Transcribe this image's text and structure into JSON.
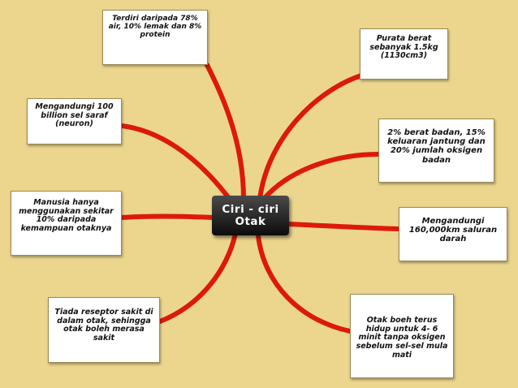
{
  "diagram": {
    "colors": {
      "background": "#ecd68e",
      "connector": "#dd1a0a",
      "node_fill": "#ffffff",
      "center_fill": "#1a1a1a"
    },
    "center": {
      "label": "Ciri - ciri\nOtak"
    },
    "nodes": [
      {
        "id": "top-left",
        "label": "Terdiri daripada 78% air, 10% lemak dan 8% protein"
      },
      {
        "id": "upper-left",
        "label": "Mengandungi 100 billion sel saraf (neuron)"
      },
      {
        "id": "middle-left",
        "label": "Manusia hanya menggunakan sekitar 10% daripada kemampuan otaknya"
      },
      {
        "id": "bottom-left",
        "label": "Tiada reseptor sakit di dalam otak, sehingga otak boleh merasa sakit"
      },
      {
        "id": "top-right",
        "label": "Purata berat sebanyak 1.5kg (1130cm3)"
      },
      {
        "id": "upper-right",
        "label": "2% berat badan, 15% keluaran jantung dan 20% jumlah oksigen badan"
      },
      {
        "id": "middle-right",
        "label": "Mengandungi 160,000km saluran darah"
      },
      {
        "id": "bottom-right",
        "label": "Otak boeh terus hidup untuk 4- 6 minit tanpa oksigen sebelum sel-sel mula mati"
      }
    ]
  }
}
